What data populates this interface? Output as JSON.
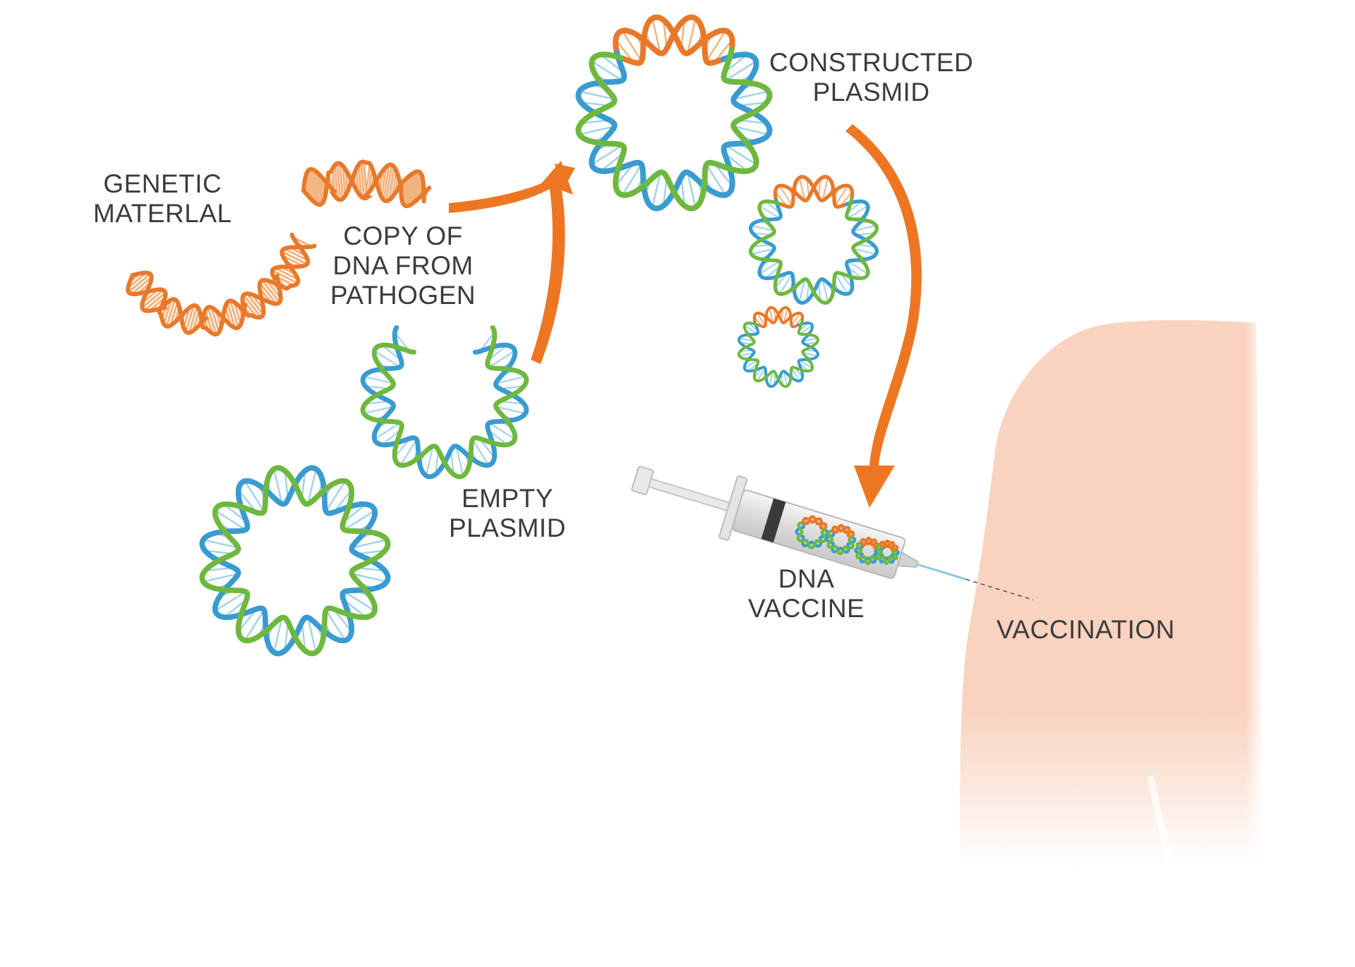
{
  "labels": {
    "genetic_material": [
      "GENETIC",
      "MATERLAL"
    ],
    "copy_of_dna": [
      "COPY OF",
      "DNA FROM",
      "PATHOGEN"
    ],
    "empty_plasmid": [
      "EMPTY",
      "PLASMID"
    ],
    "constructed_plasmid": [
      "CONSTRUCTED",
      "PLASMID"
    ],
    "dna_vaccine": [
      "DNA",
      "VACCINE"
    ],
    "vaccination": "VACCINATION"
  },
  "colors": {
    "dna_orange": "#e8792a",
    "arrow_orange": "#ee7623",
    "dna_blue": "#3a9bd0",
    "dna_green": "#6fb83f",
    "skin": "#f9d3bf",
    "text": "#3c3c3c"
  }
}
